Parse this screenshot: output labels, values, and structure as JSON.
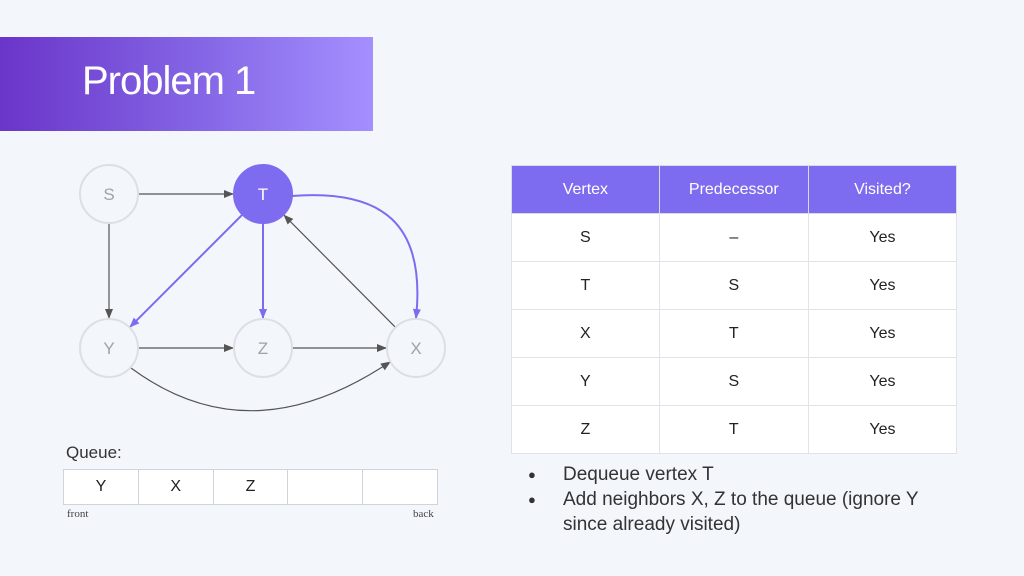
{
  "title": "Problem 1",
  "graph": {
    "nodes": [
      {
        "id": "S",
        "label": "S",
        "highlight": false
      },
      {
        "id": "T",
        "label": "T",
        "highlight": true
      },
      {
        "id": "Y",
        "label": "Y",
        "highlight": false
      },
      {
        "id": "Z",
        "label": "Z",
        "highlight": false
      },
      {
        "id": "X",
        "label": "X",
        "highlight": false
      }
    ],
    "edges": [
      {
        "from": "S",
        "to": "T",
        "highlight": false
      },
      {
        "from": "S",
        "to": "Y",
        "highlight": false
      },
      {
        "from": "T",
        "to": "Y",
        "highlight": true
      },
      {
        "from": "T",
        "to": "Z",
        "highlight": true
      },
      {
        "from": "T",
        "to": "X",
        "highlight": true,
        "curved": true
      },
      {
        "from": "X",
        "to": "T",
        "highlight": false
      },
      {
        "from": "Y",
        "to": "Z",
        "highlight": false
      },
      {
        "from": "Z",
        "to": "X",
        "highlight": false
      },
      {
        "from": "Y",
        "to": "X",
        "highlight": false,
        "curved": true
      }
    ],
    "colors": {
      "accent": "#7e6cf0",
      "node_fill": "#f3f6fb",
      "node_stroke": "#dcdfe4",
      "edge": "#555555"
    }
  },
  "queue": {
    "label": "Queue:",
    "cells": [
      "Y",
      "X",
      "Z",
      "",
      ""
    ],
    "front_label": "front",
    "back_label": "back"
  },
  "table": {
    "headers": [
      "Vertex",
      "Predecessor",
      "Visited?"
    ],
    "rows": [
      [
        "S",
        "–",
        "Yes"
      ],
      [
        "T",
        "S",
        "Yes"
      ],
      [
        "X",
        "T",
        "Yes"
      ],
      [
        "Y",
        "S",
        "Yes"
      ],
      [
        "Z",
        "T",
        "Yes"
      ]
    ]
  },
  "notes": [
    "Dequeue vertex T",
    "Add neighbors X, Z to the queue (ignore Y since already visited)"
  ]
}
